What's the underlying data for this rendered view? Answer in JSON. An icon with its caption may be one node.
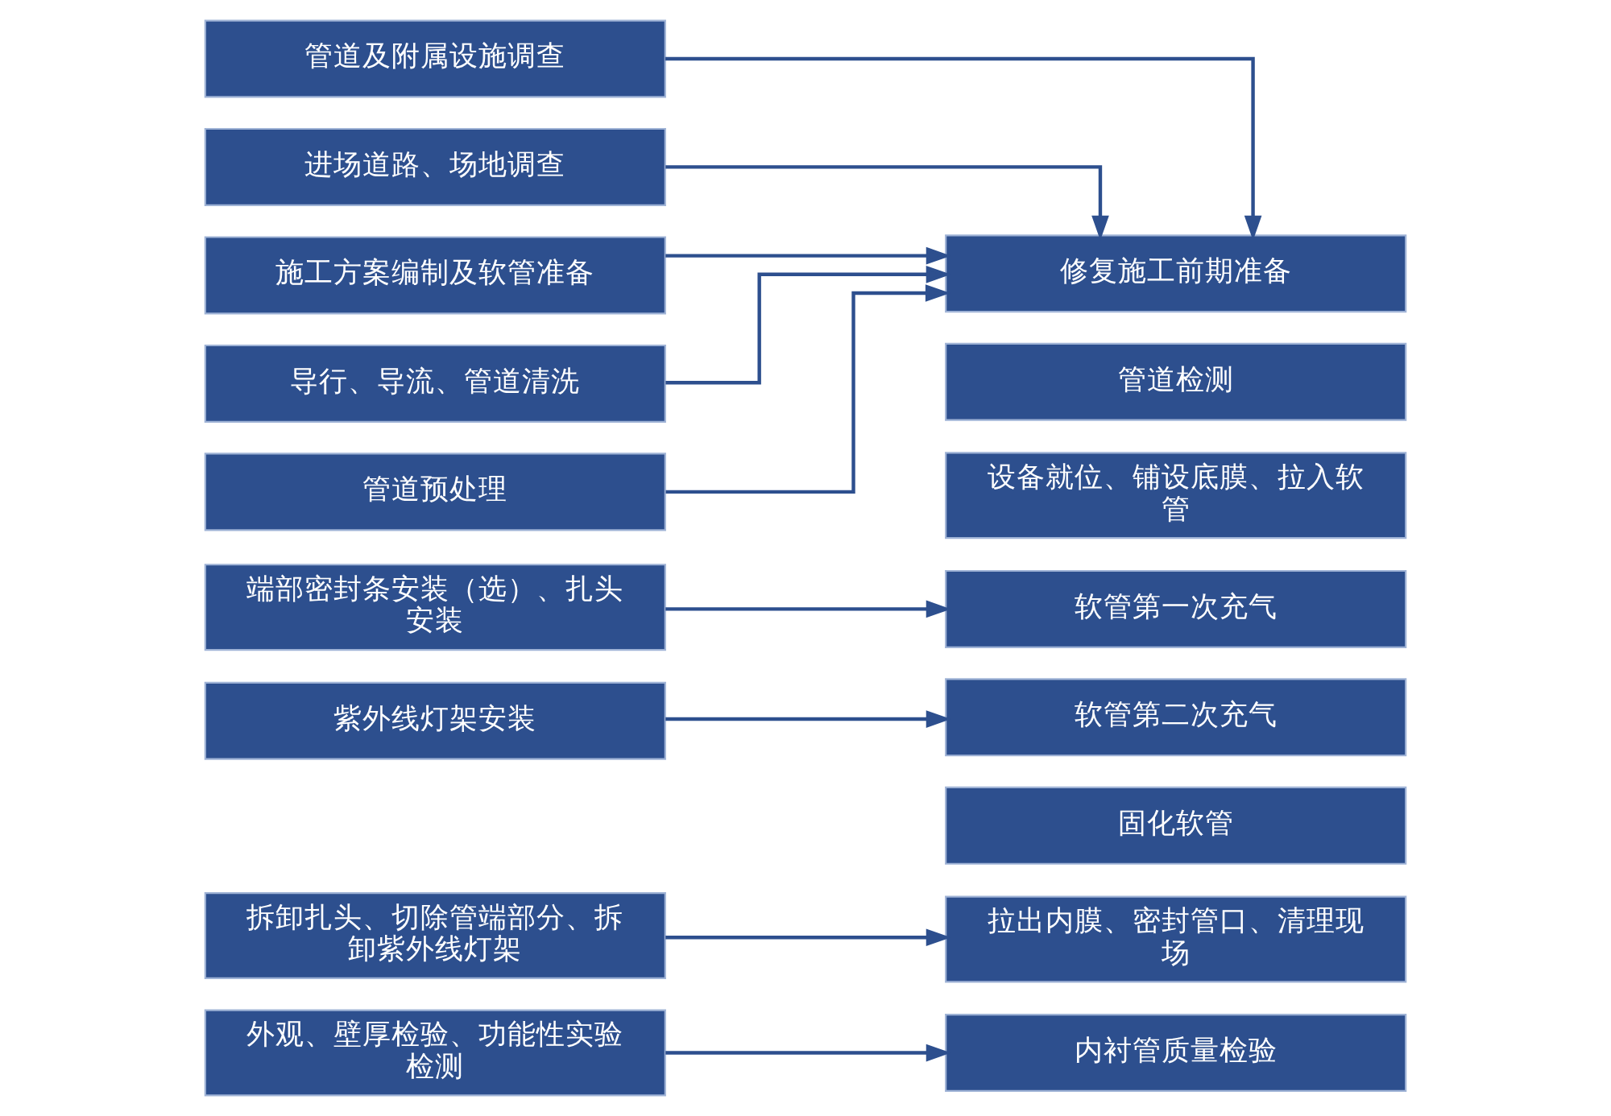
{
  "diagram": {
    "nodes": [
      {
        "text": [
          "管道及附属设施调查"
        ]
      },
      {
        "text": [
          "进场道路、场地调查"
        ]
      },
      {
        "text": [
          "施工方案编制及软管准备"
        ]
      },
      {
        "text": [
          "导行、导流、管道清洗"
        ]
      },
      {
        "text": [
          "管道预处理"
        ]
      },
      {
        "text": [
          "端部密封条安装（选）、扎头安装"
        ]
      },
      {
        "text": [
          "紫外线灯架安装"
        ]
      },
      {
        "text": [
          "拆卸扎头、切除管端部分、拆卸紫外线灯架"
        ]
      },
      {
        "text": [
          "外观、壁厚检验、功能性实验检测"
        ]
      },
      {
        "text": [
          "修复施工前期准备"
        ]
      },
      {
        "text": [
          "管道检测"
        ]
      },
      {
        "text": [
          "设备就位、铺设底膜、拉入软管"
        ]
      },
      {
        "text": [
          "软管第一次充气"
        ]
      },
      {
        "text": [
          "软管第二次充气"
        ]
      },
      {
        "text": [
          "固化软管"
        ]
      },
      {
        "text": [
          "拉出内膜、密封管口、清理现场"
        ]
      },
      {
        "text": [
          "内衬管质量检验"
        ]
      }
    ],
    "edges": [
      {
        "from": 0,
        "to": 9,
        "arrow": "to"
      },
      {
        "from": 1,
        "to": 9,
        "arrow": "to"
      },
      {
        "from": 2,
        "to": 9,
        "arrow": "to"
      },
      {
        "from": 3,
        "to": 9,
        "arrow": "to"
      },
      {
        "from": 4,
        "to": 9,
        "arrow": "to"
      },
      {
        "from": 5,
        "to": 12,
        "arrow": "to"
      },
      {
        "from": 6,
        "to": 13,
        "arrow": "to"
      },
      {
        "from": 7,
        "to": 15,
        "arrow": "to"
      },
      {
        "from": 8,
        "to": 16,
        "arrow": "to"
      }
    ]
  }
}
